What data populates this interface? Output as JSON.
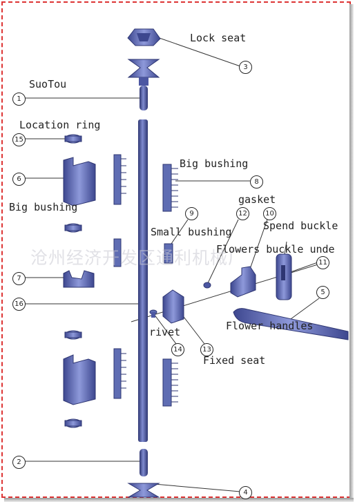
{
  "labels": {
    "lock_seat": "Lock seat",
    "suotou": "SuoTou",
    "location_ring": "Location ring",
    "big_bushing_right": "Big bushing",
    "big_bushing_left": "Big bushing",
    "gasket": "gasket",
    "small_bushing": "Small bushing",
    "spend_buckle": "Spend buckle",
    "flowers_buckle": "Flowers buckle unde",
    "flower_handles": "Flower handles",
    "rivet": "rivet",
    "fixed_seat": "Fixed seat"
  },
  "callouts": {
    "n1": "1",
    "n2": "2",
    "n3": "3",
    "n4": "4",
    "n5": "5",
    "n6": "6",
    "n7": "7",
    "n8": "8",
    "n9": "9",
    "n10": "10",
    "n11": "11",
    "n12": "12",
    "n13": "13",
    "n14": "14",
    "n15": "15",
    "n16": "16"
  },
  "watermark": "沧州经济开发区通利机械厂",
  "colors": {
    "part_fill": "#5f6db3",
    "part_light": "#9aa5dc",
    "part_dark": "#2e3672",
    "line": "#333333",
    "frame": "#dd3333"
  }
}
